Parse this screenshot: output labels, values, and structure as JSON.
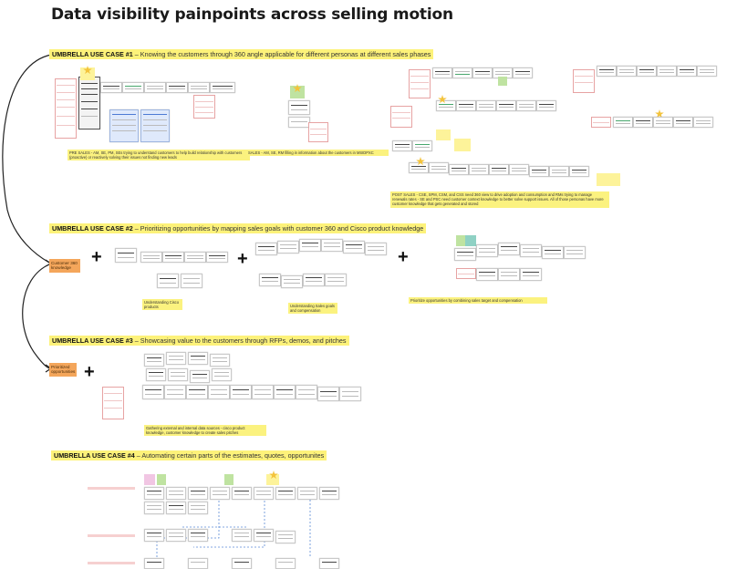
{
  "page": {
    "title": "Data visibility painpoints across selling motion"
  },
  "use_cases": [
    {
      "id": 1,
      "label": "UMBRELLA USE CASE #1",
      "desc": " – Knowing the customers through 360 angle applicable for different personas at different sales phases",
      "captions": [
        "PRE SALES - AM, SE, PM, SEs trying to understand customers to help build relationship with customers (proactive) or reactively solving their issues not finding new leads",
        "SALES - AM, SE, RM filling in information about the customers in MSIDPXC",
        "POST SALES - CSE, SPM, CSM, and CSS need 360 view to drive adoption and consumption and RMs trying to manage renewals rates - SE and PSC need customer context knowledge to better solve support issues. All of those personas have more customer knowledge that gets generated and stored"
      ]
    },
    {
      "id": 2,
      "label": "UMBRELLA USE CASE #2",
      "desc": " – Prioritizing opportunities by mapping sales goals with customer 360 and Cisco product knowledge",
      "note": "Customer 360 knowledge",
      "captions": [
        "Understanding Cisco products",
        "Understanding Sales goals and compensation",
        "Prioritize opportunities by combining sales target and compensation"
      ]
    },
    {
      "id": 3,
      "label": "UMBRELLA USE CASE #3",
      "desc": " – Showcasing value to the customers through RFPs, demos, and pitches",
      "note": "Prioritized opportunities",
      "captions": [
        "Gathering external and internal data sources - cisco product knowledge, customer knowledge to create sales pitches"
      ]
    },
    {
      "id": 4,
      "label": "UMBRELLA USE CASE #4",
      "desc": " – Automating certain parts of the estimates, quotes, opportunites"
    }
  ],
  "colors": {
    "banner": "#fdf27a",
    "caption": "#fbf27f",
    "note": "#f4a65b",
    "sticky_yellow": "#fdf39a",
    "sticky_green": "#bfe3a1",
    "sticky_teal": "#8fd1c4",
    "sticky_pink": "#f1c6e3",
    "form_border": "#e7a3a3"
  },
  "icons": [
    "star-icon",
    "plus-icon"
  ]
}
